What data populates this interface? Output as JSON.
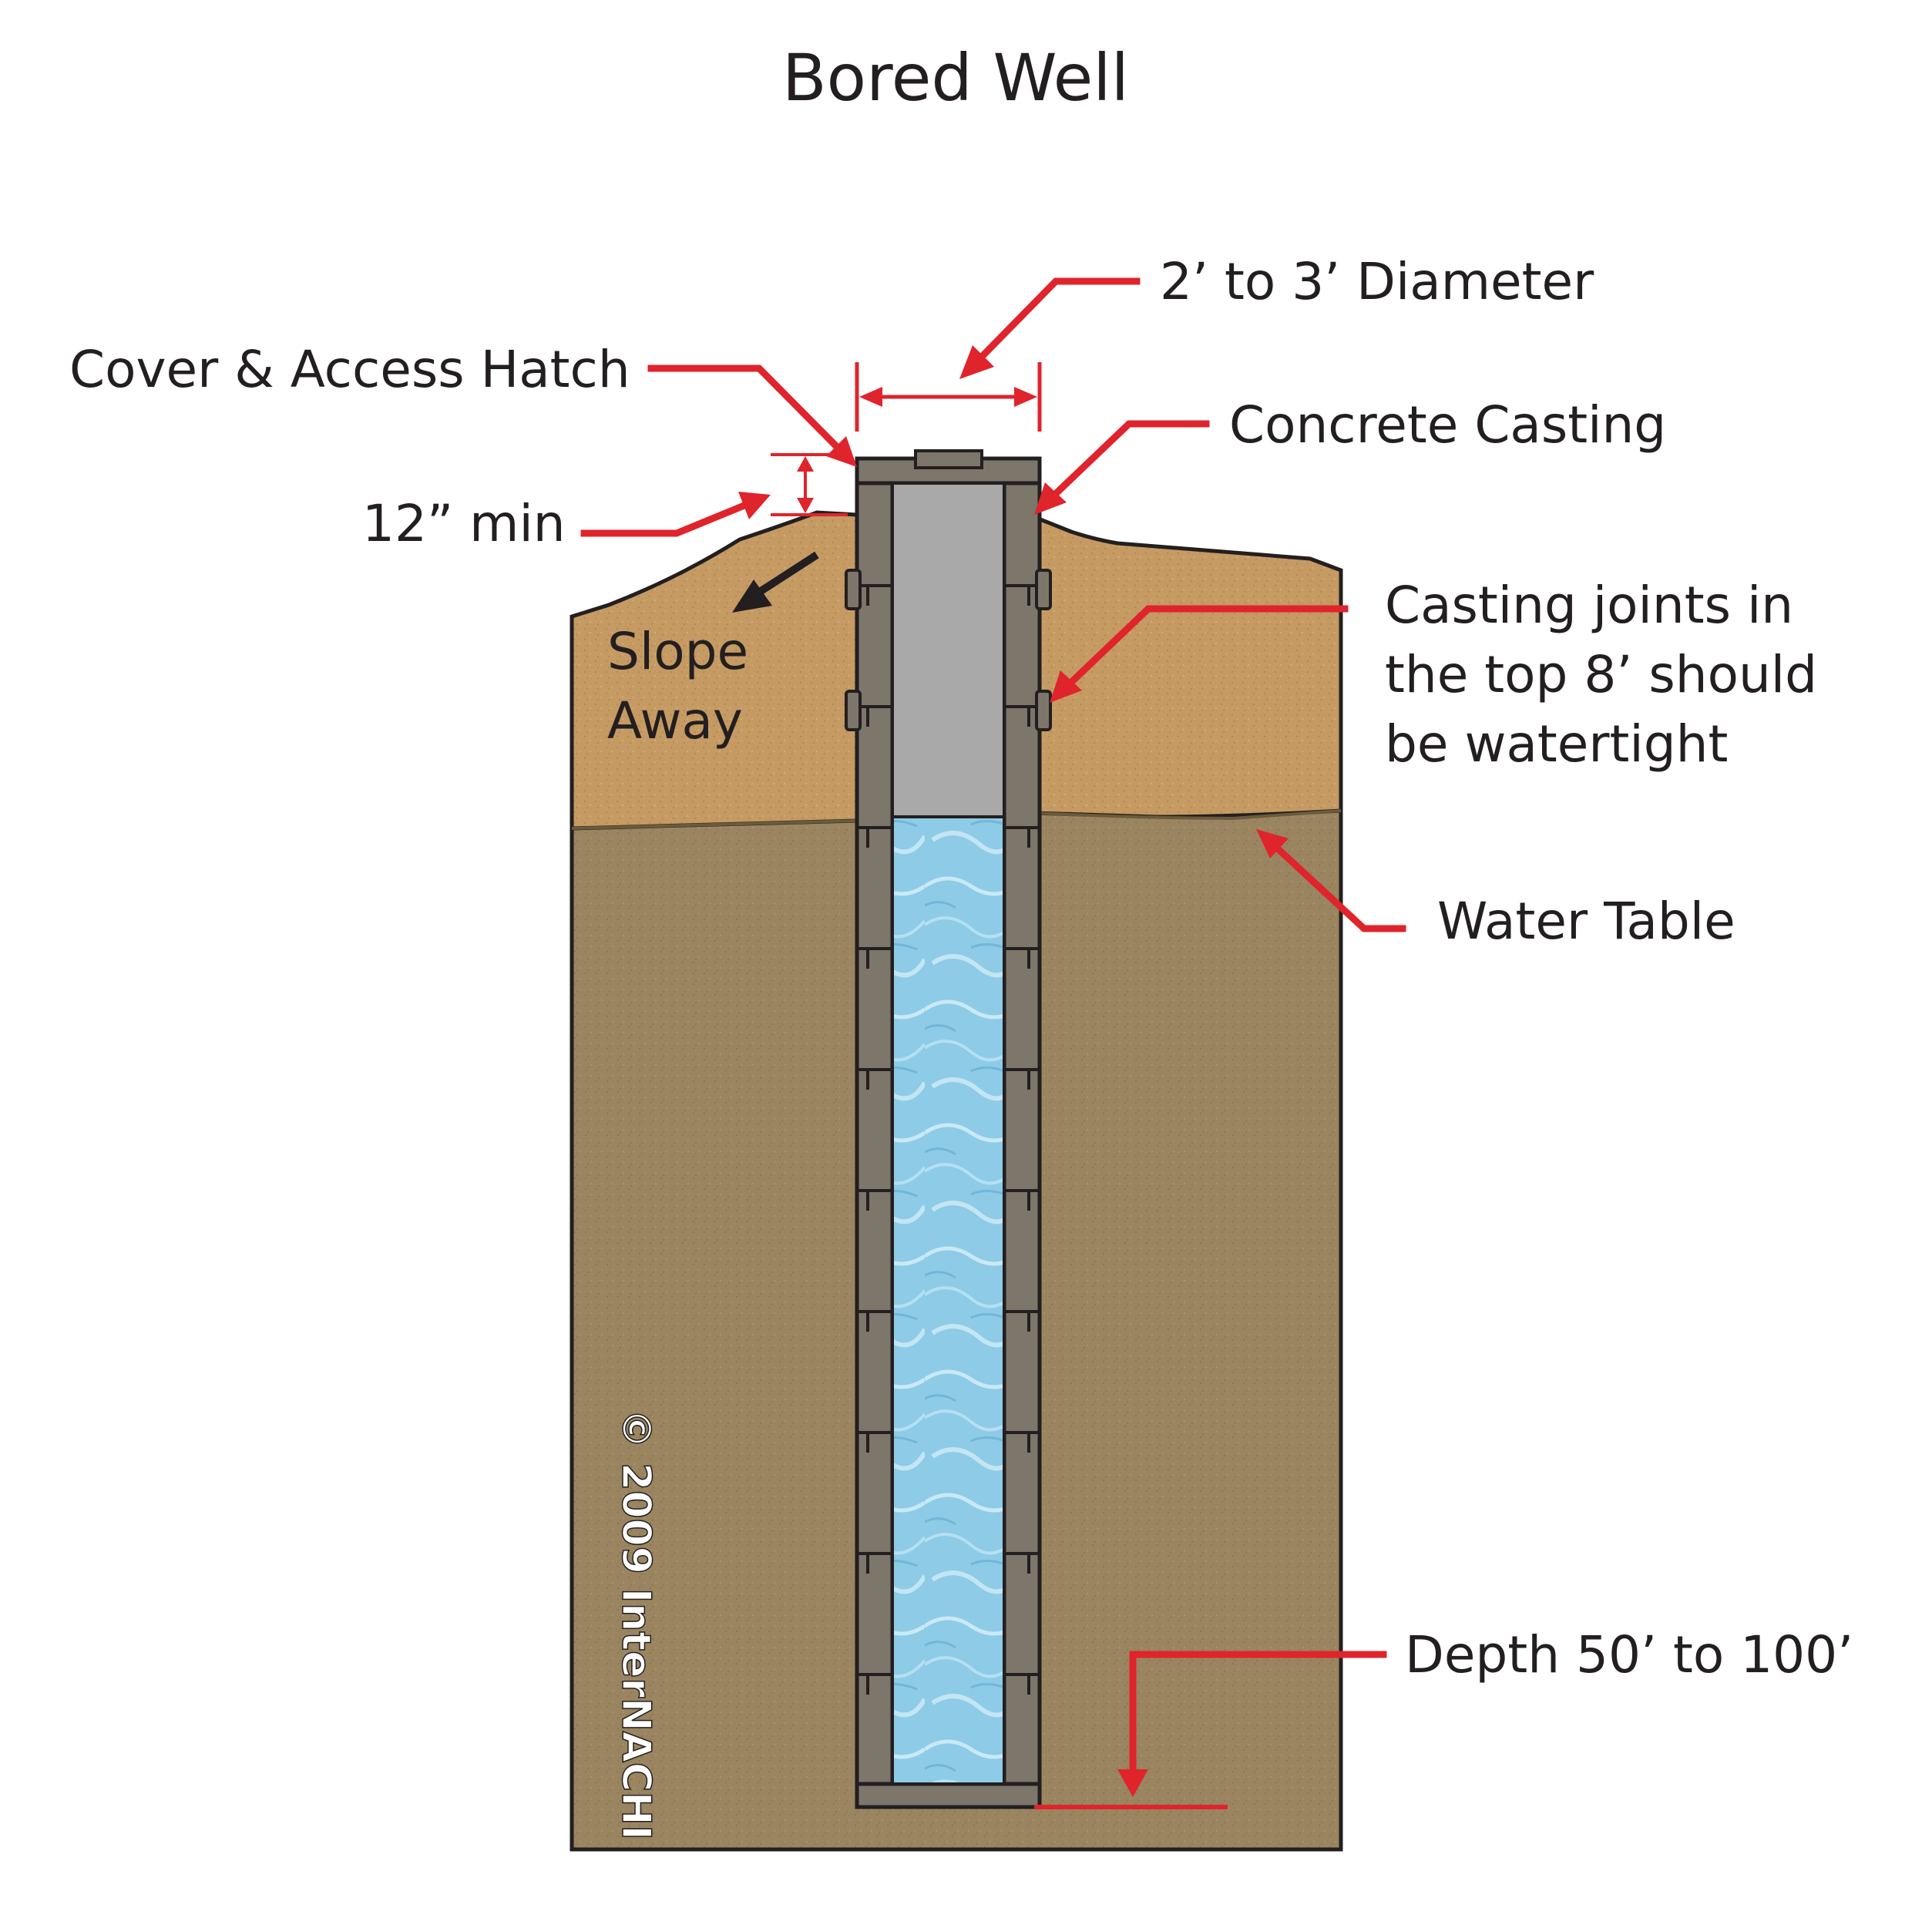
{
  "title": "Bored Well",
  "labels": {
    "diameter": "2’ to 3’ Diameter",
    "cover": "Cover & Access Hatch",
    "concrete": "Concrete Casting",
    "min_height": "12” min",
    "slope_line1": "Slope",
    "slope_line2": "Away",
    "joints_line1": "Casting joints in",
    "joints_line2": "the top 8’ should",
    "joints_line3": "be watertight",
    "water_table": "Water Table",
    "depth": "Depth 50’ to 100’"
  },
  "copyright": "© 2009 InterNACHI",
  "colors": {
    "leader_red": "#e0242c",
    "upper_soil": "#c59a63",
    "lower_soil": "#9a8560",
    "concrete": "#7c766b",
    "well_air": "#a9a9a9",
    "water": "#8ecbe6",
    "outline": "#231f20"
  }
}
